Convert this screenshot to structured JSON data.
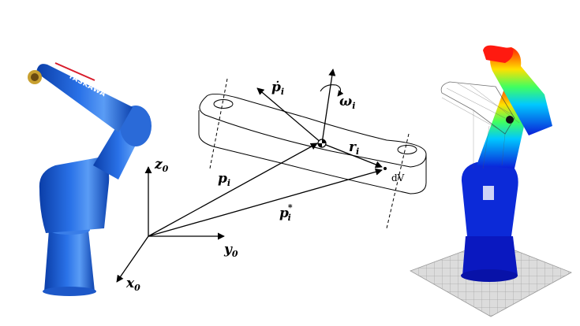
{
  "left_robot": {
    "brand_text": "YASKAWA",
    "color": "#1f5fd6"
  },
  "frame": {
    "z_label": "z",
    "z_sub": "0",
    "y_label": "y",
    "y_sub": "0",
    "x_label": "x",
    "x_sub": "0"
  },
  "vectors": {
    "p_label": "p",
    "p_sub": "i",
    "pstar_label": "p",
    "pstar_sub": "i",
    "pstar_sup": "*",
    "pdot_label": "ṗ",
    "pdot_sub": "i",
    "omega_label": "ω",
    "omega_sub": "i",
    "r_label": "r",
    "r_sub": "i",
    "dv_label": "dV"
  },
  "right_robot": {
    "gradient": [
      "#0a1ed8",
      "#00c8ff",
      "#40ff60",
      "#ffe000",
      "#ff2000"
    ]
  }
}
